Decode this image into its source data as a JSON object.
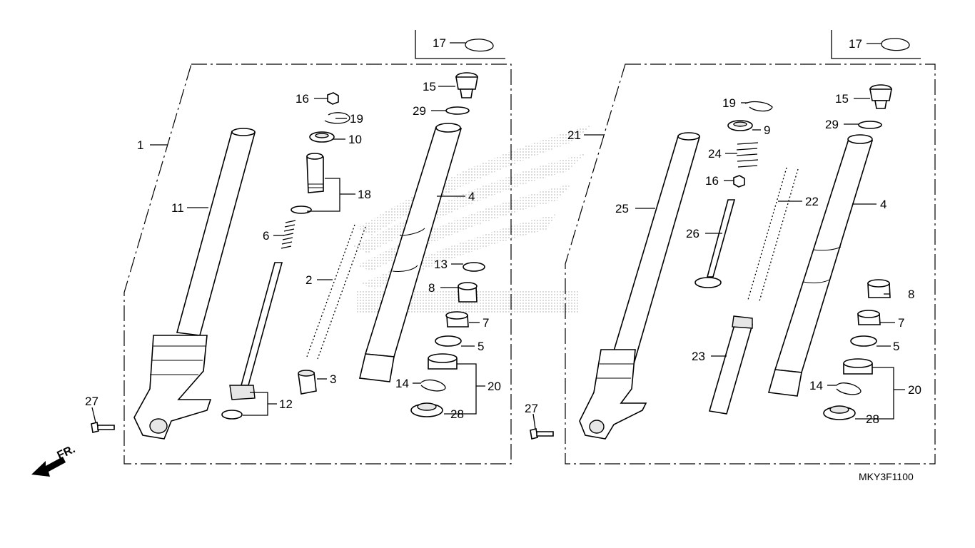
{
  "diagram": {
    "code": "MKY3F1100",
    "front_indicator": "FR.",
    "callouts": {
      "l1": "1",
      "l2": "2",
      "l3": "3",
      "l4": "4",
      "l5": "5",
      "l6": "6",
      "l7": "7",
      "l8": "8",
      "l10": "10",
      "l11": "11",
      "l12": "12",
      "l13": "13",
      "l14": "14",
      "l15": "15",
      "l16": "16",
      "l17": "17",
      "l18": "18",
      "l19": "19",
      "l20": "20",
      "l27": "27",
      "l28": "28",
      "l29": "29",
      "r4": "4",
      "r5": "5",
      "r7": "7",
      "r8": "8",
      "r9": "9",
      "r14": "14",
      "r15": "15",
      "r16": "16",
      "r17": "17",
      "r19": "19",
      "r20": "20",
      "r21": "21",
      "r22": "22",
      "r23": "23",
      "r24": "24",
      "r25": "25",
      "r26": "26",
      "r27": "27",
      "r28": "28",
      "r29": "29"
    }
  }
}
